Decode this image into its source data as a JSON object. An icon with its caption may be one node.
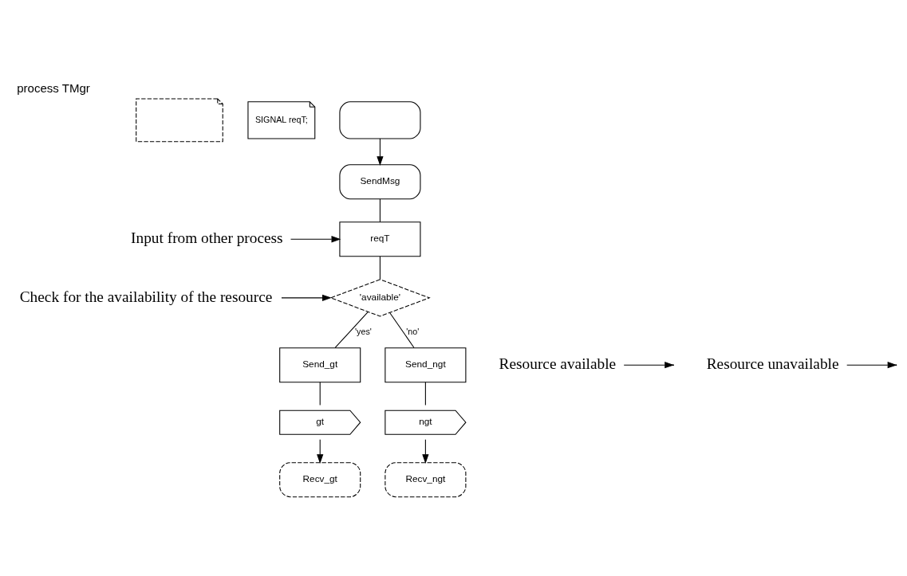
{
  "diagram": {
    "title": "process TMgr",
    "nodes": [
      {
        "text": [],
        "shape": "note"
      },
      {
        "text": [
          "SIGNAL reqT;"
        ]
      },
      {
        "text": [],
        "shape": "box"
      },
      {
        "text": [
          "SendMsg"
        ]
      },
      {
        "text": [
          "reqT"
        ]
      },
      {
        "text": [
          "'available'"
        ]
      },
      {
        "text": [
          "Send_gt"
        ]
      },
      {
        "text": [
          "Send_ngt"
        ]
      },
      {
        "text": [
          "gt"
        ]
      },
      {
        "text": [
          "ngt"
        ]
      },
      {
        "text": [
          "Recv_gt"
        ]
      },
      {
        "text": [
          "Recv_ngt"
        ]
      },
      {
        "text": [
          "Input from other process"
        ]
      },
      {
        "text": [
          "Check for the availability of the resource"
        ]
      },
      {
        "text": [
          "Resource available"
        ]
      },
      {
        "text": [
          "Resource unavailable"
        ]
      }
    ],
    "edges": [
      {
        "from": 2,
        "to": 3,
        "arrow": "to"
      },
      {
        "from": 3,
        "to": 4,
        "arrow": "none"
      },
      {
        "from": 4,
        "to": 5,
        "arrow": "none"
      },
      {
        "from": 5,
        "to": 6,
        "arrow": "none",
        "label": "'yes'"
      },
      {
        "from": 5,
        "to": 7,
        "arrow": "none",
        "label": "'no'"
      },
      {
        "from": 6,
        "to": 8,
        "arrow": "none"
      },
      {
        "from": 7,
        "to": 9,
        "arrow": "none"
      },
      {
        "from": 8,
        "to": 10,
        "arrow": "to"
      },
      {
        "from": 9,
        "to": 11,
        "arrow": "to"
      },
      {
        "from": 12,
        "to": 4,
        "arrow": "to"
      },
      {
        "from": 13,
        "to": 5,
        "arrow": "to"
      },
      {
        "from": 14,
        "to": null,
        "arrow": "to"
      },
      {
        "from": 15,
        "to": null,
        "arrow": "to"
      }
    ]
  }
}
